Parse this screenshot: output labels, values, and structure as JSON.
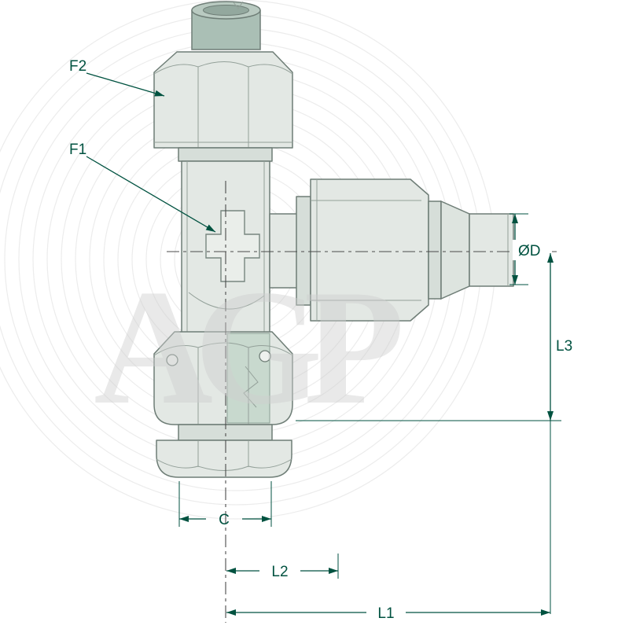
{
  "diagram": {
    "watermark": "AGP",
    "callouts": {
      "f2": "F2",
      "f1": "F1"
    },
    "dimensions": {
      "diameter": "ØD",
      "l3": "L3",
      "l2": "L2",
      "l1": "L1",
      "c": "C"
    },
    "colors": {
      "dimension_line": "#005240",
      "drawing_outline": "#6e7d76",
      "part_fill_light": "#e3e8e4",
      "part_fill_medium": "#d6ded9",
      "tube_fill": "#aabfb5",
      "insert_fill": "#c8d9ce",
      "watermark_gray": "#cfcfcf"
    }
  }
}
